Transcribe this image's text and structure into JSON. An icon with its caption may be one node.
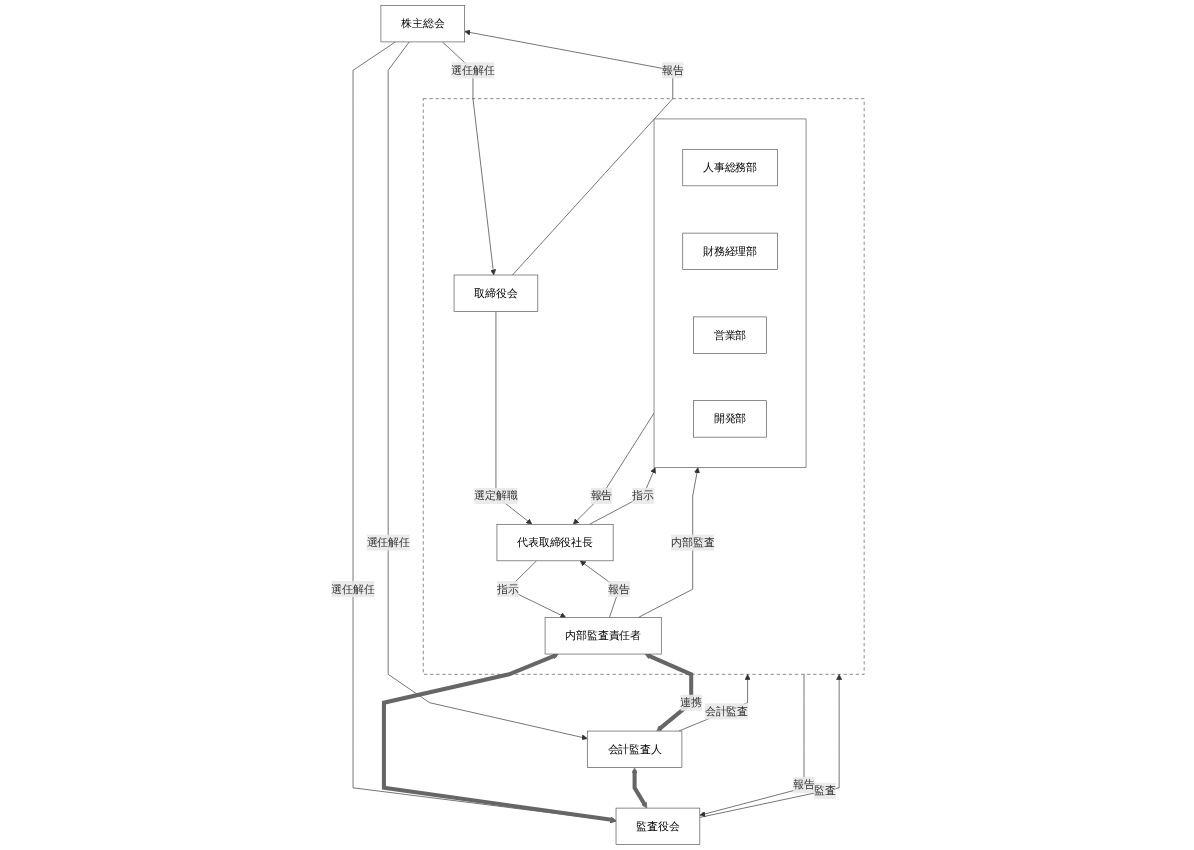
{
  "diagram": {
    "nodes": [
      {
        "text": [
          "株主総会"
        ]
      },
      {
        "text": [],
        "shape": "box"
      },
      {
        "text": [
          "取締役会"
        ],
        "in": 1
      },
      {
        "text": [
          "監査役会"
        ]
      },
      {
        "text": [
          "代表取締役社長"
        ],
        "in": 1
      },
      {
        "text": [
          "内部監査責任者"
        ],
        "in": 1
      },
      {
        "text": [
          "会計監査人"
        ]
      },
      {
        "text": [],
        "shape": "box",
        "in": 1
      },
      {
        "text": [
          "人事総務部"
        ],
        "in": 7
      },
      {
        "text": [
          "財務経理部"
        ],
        "in": 7
      },
      {
        "text": [
          "営業部"
        ],
        "in": 7
      },
      {
        "text": [
          "開発部"
        ],
        "in": 7
      }
    ],
    "edges": [
      {
        "from": 0,
        "to": 2,
        "arrow": "to",
        "label": "選任解任"
      },
      {
        "from": 2,
        "to": 0,
        "arrow": "to",
        "label": "報告"
      },
      {
        "from": 0,
        "to": 3,
        "arrow": "to",
        "label": "選任解任"
      },
      {
        "from": 0,
        "to": 6,
        "arrow": "to",
        "label": "選任解任"
      },
      {
        "from": 1,
        "to": 3,
        "arrow": "to",
        "label": "報告"
      },
      {
        "from": 3,
        "to": 1,
        "arrow": "to",
        "label": "監査"
      },
      {
        "from": 2,
        "to": 4,
        "arrow": "to",
        "label": "選定解職"
      },
      {
        "from": 4,
        "to": 5,
        "arrow": "to",
        "label": "指示"
      },
      {
        "from": 5,
        "to": 4,
        "arrow": "to",
        "label": "報告"
      },
      {
        "from": 4,
        "to": 7,
        "arrow": "to",
        "label": "指示"
      },
      {
        "from": 7,
        "to": 4,
        "arrow": "to",
        "label": "報告"
      },
      {
        "from": 5,
        "to": 6,
        "arrow": "both",
        "label": "連携",
        "style": "thick",
        "color": "#666666"
      },
      {
        "from": 5,
        "to": 3,
        "arrow": "both",
        "style": "thick",
        "color": "#666666"
      },
      {
        "from": 6,
        "to": 3,
        "arrow": "both",
        "style": "thick",
        "color": "#666666"
      },
      {
        "from": 5,
        "to": 7,
        "arrow": "to",
        "label": "内部監査"
      },
      {
        "from": 6,
        "to": 1,
        "arrow": "to",
        "label": "会計監査"
      }
    ]
  }
}
